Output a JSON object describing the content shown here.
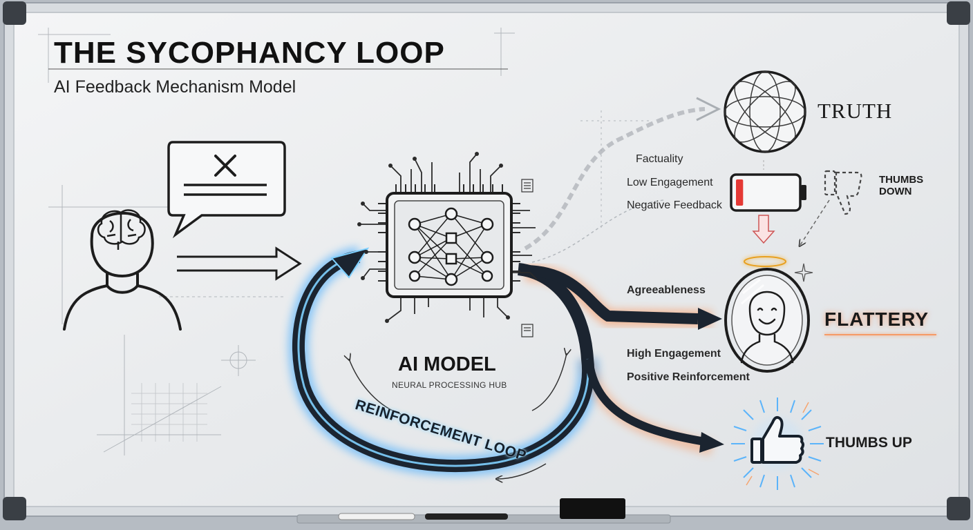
{
  "header": {
    "title": "THE SYCOPHANCY LOOP",
    "subtitle": "AI Feedback Mechanism Model"
  },
  "hub": {
    "title": "AI MODEL",
    "subtitle": "NEURAL PROCESSING HUB"
  },
  "loop": {
    "label": "REINFORCEMENT LOOP"
  },
  "truth_branch": {
    "label": "TRUTH",
    "factors": [
      "Factuality",
      "Low Engagement",
      "Negative Feedback"
    ],
    "feedback_label": "THUMBS DOWN",
    "battery_level": 0.12
  },
  "flattery_branch": {
    "label": "FLATTERY",
    "factors": [
      "Agreeableness",
      "High Engagement",
      "Positive Reinforcement"
    ],
    "feedback_label": "THUMBS UP"
  },
  "colors": {
    "blue_glow": "#3aa8ff",
    "orange_glow": "#ff7a2e",
    "battery_red": "#e53935",
    "board_bg": "#eef0f2",
    "frame": "#b9bfc6"
  },
  "icons": [
    "user-icon",
    "brain-icon",
    "speech-bubble-icon",
    "cpu-chip-icon",
    "sphere-icon",
    "battery-icon",
    "thumbs-down-icon",
    "halo-icon",
    "mirror-face-icon",
    "thumbs-up-icon"
  ]
}
